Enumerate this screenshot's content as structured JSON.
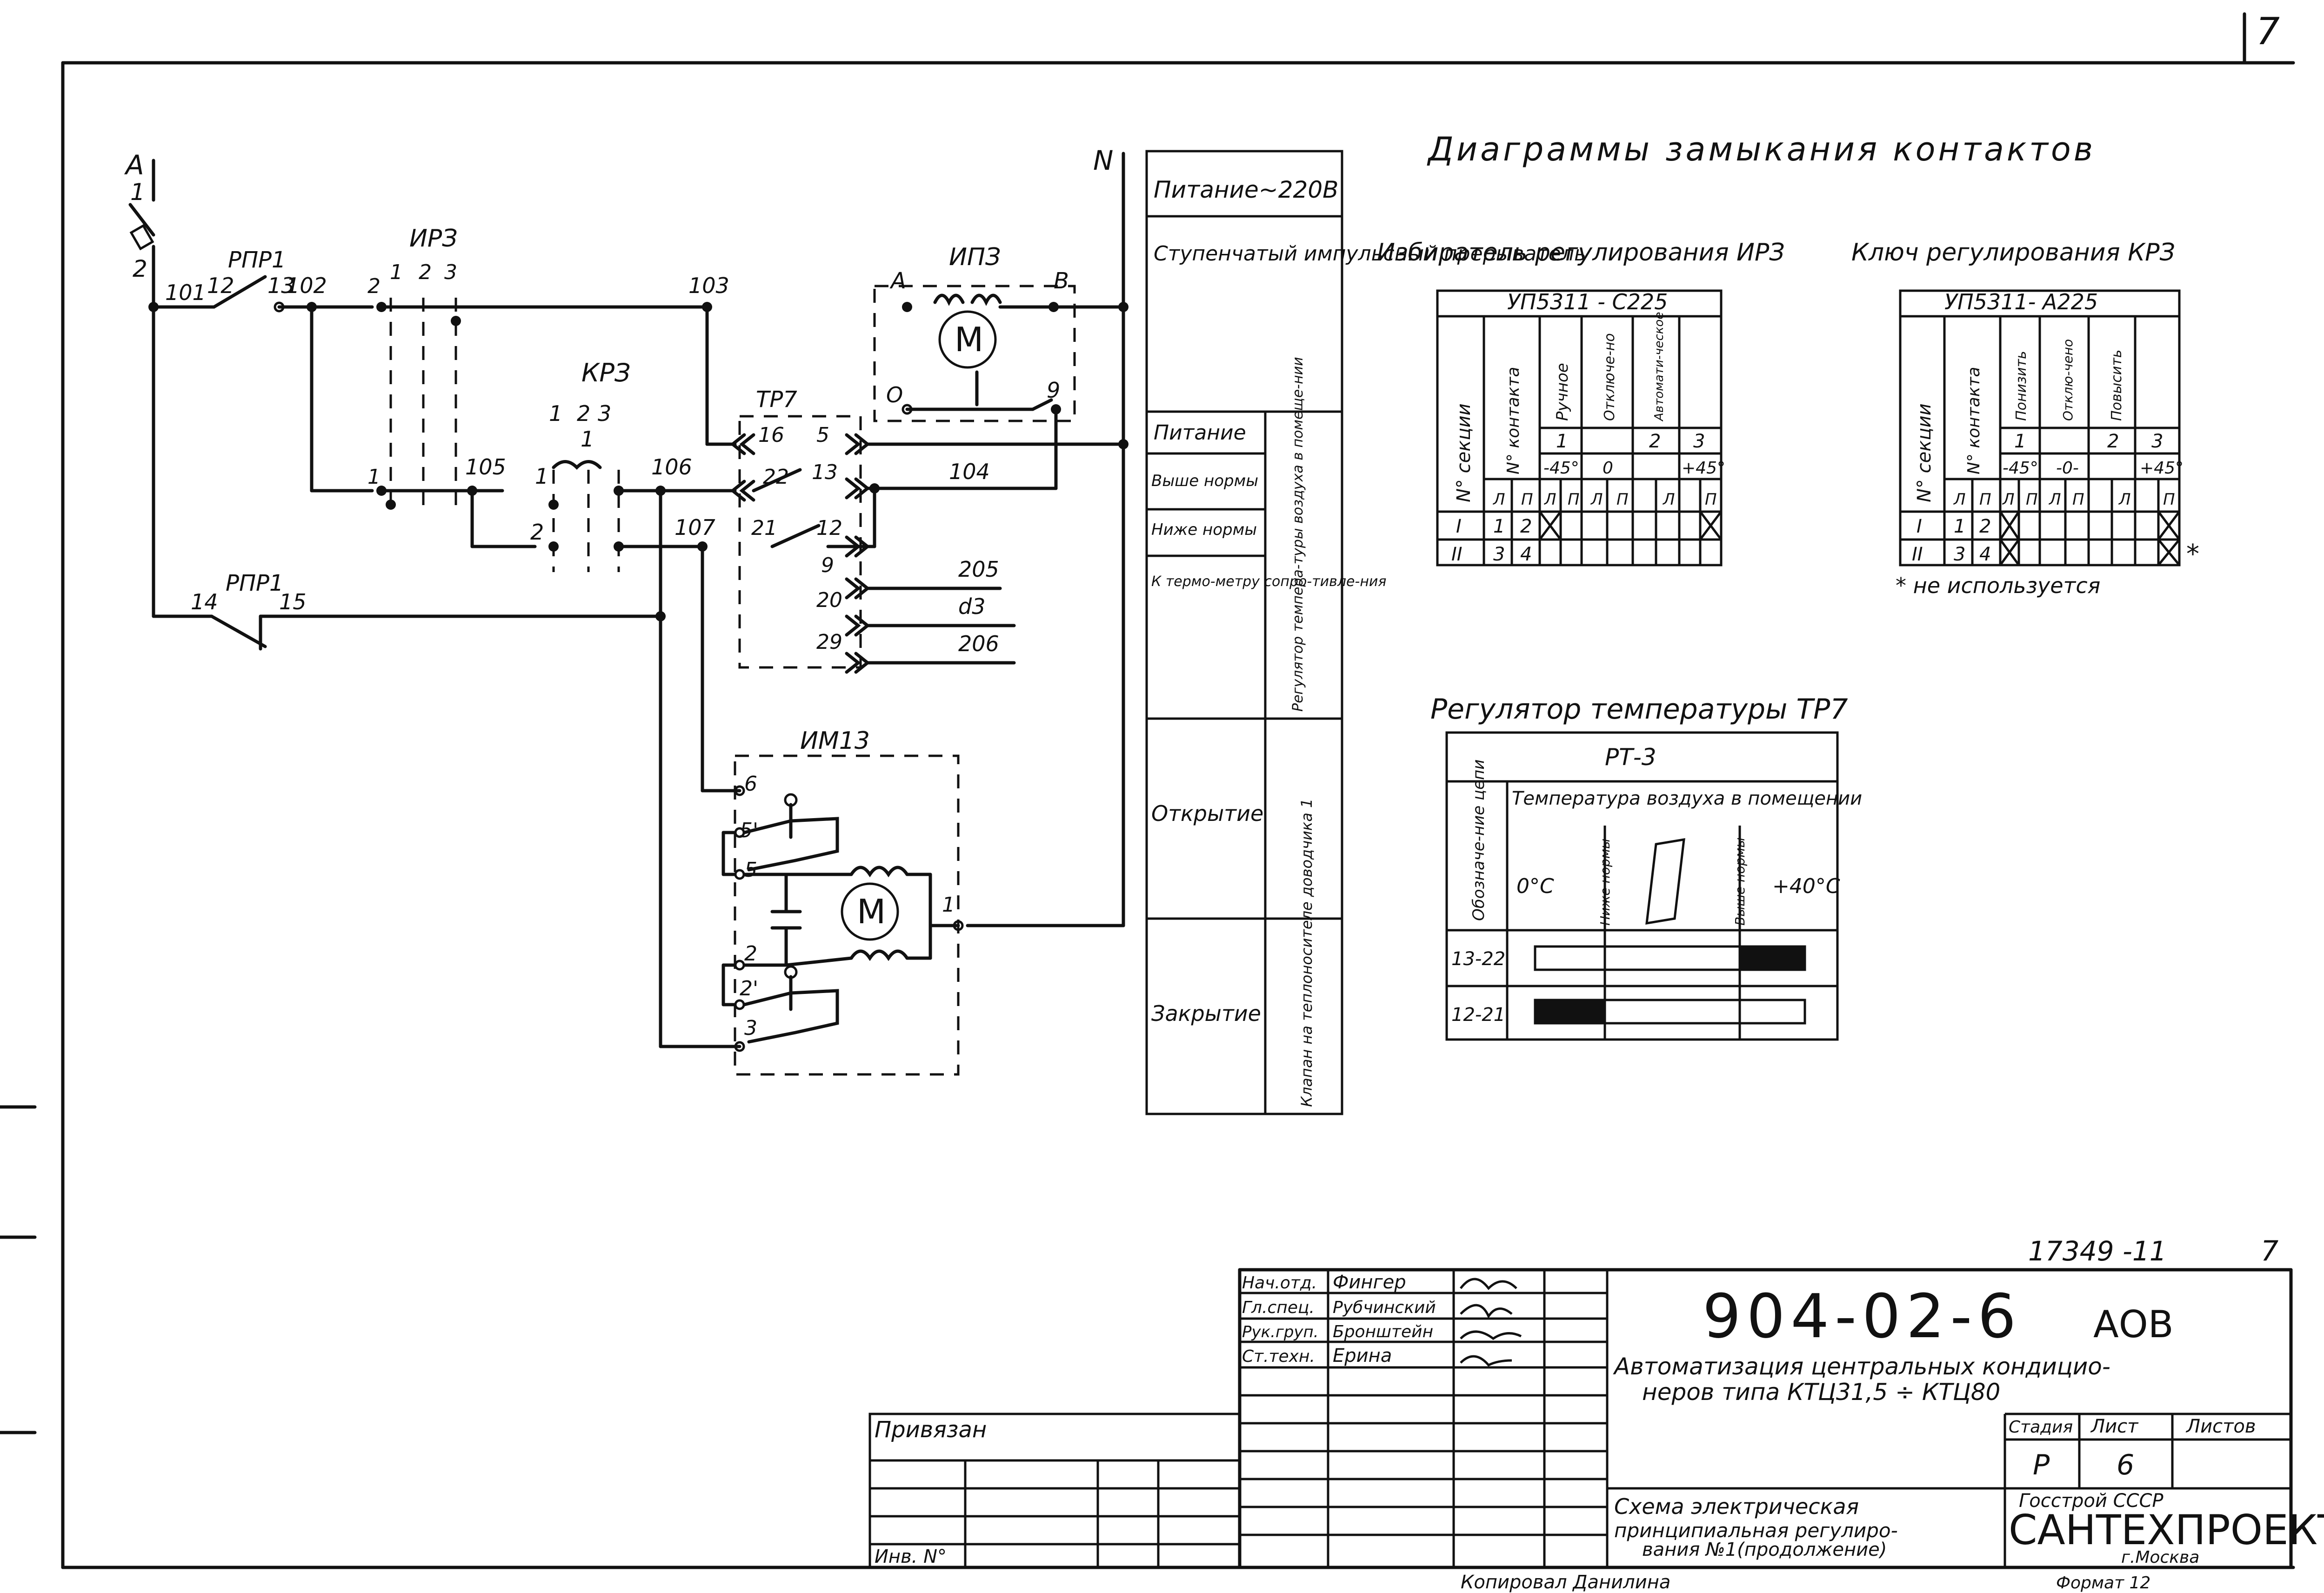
{
  "sheet_number_corner": "7",
  "schematic": {
    "phase_label": "А",
    "phase_num": "1",
    "node2": "2",
    "n_label": "N",
    "rpr1_top": "РПР1",
    "rpr1_bottom": "РПР1",
    "w101": "101",
    "w12": "12",
    "w13": "13",
    "w102": "102",
    "w103": "103",
    "w104": "104",
    "w105": "105",
    "w106": "106",
    "w107": "107",
    "w14": "14",
    "w15": "15",
    "w205": "205",
    "wd3": "d3",
    "w206": "206",
    "irz": "ИРЗ",
    "irz_pins": [
      "2",
      "1",
      "2",
      "3",
      "1"
    ],
    "krz": "КРЗ",
    "krz_pins": [
      "1",
      "2",
      "3",
      "1",
      "1",
      "2"
    ],
    "ipz": "ИПЗ",
    "ipz_a": "А",
    "ipz_b": "В",
    "ipz_o": "О",
    "ipz_9": "9",
    "tp7": "ТР7",
    "tp7_pins": [
      "16",
      "5",
      "22",
      "13",
      "21",
      "12",
      "9",
      "20",
      "29"
    ],
    "im13": "ИМ13",
    "im13_pins": [
      "6",
      "5'",
      "5",
      "2",
      "2'",
      "3",
      "1"
    ],
    "motor_symbol": "M"
  },
  "func_column": {
    "rows": [
      "Питание~220В",
      "Ступенчатый импульсный прерыватель",
      "Питание",
      "Выше нормы",
      "Ниже нормы",
      "К термо-метру сопро-тивле-ния",
      "Регулятор темпера-туры воздуха в помеще-нии",
      "Открытие",
      "Закрытие",
      "Клапан на теплоносителе доводчика 1"
    ]
  },
  "diagrams": {
    "title": "Диаграммы замыкания контактов",
    "irz_title": "Избиратель регулирования ИРЗ",
    "krz_title": "Ключ регулирования КРЗ",
    "irz_table": {
      "type_label": "УП5311 - С225",
      "col_section": "N° секции",
      "col_contact": "N° контакта",
      "modes": [
        "Ручное",
        "Отключе-но",
        "Автомати-ческое"
      ],
      "positions": [
        "1",
        "2",
        "3"
      ],
      "angles": [
        "-45°",
        "0",
        "+45°"
      ],
      "lp": [
        "Л",
        "П",
        "Л",
        "П",
        "Л",
        "П",
        "Л",
        "П"
      ],
      "rows": [
        {
          "section": "I",
          "l": "1",
          "p": "2"
        },
        {
          "section": "II",
          "l": "3",
          "p": "4"
        }
      ]
    },
    "krz_table": {
      "type_label": "УП5311- А225",
      "col_section": "N° секции",
      "col_contact": "N° контакта",
      "modes": [
        "Понизить",
        "Отклю-чено",
        "Повысить"
      ],
      "positions": [
        "1",
        "2",
        "3"
      ],
      "angles": [
        "-45°",
        "-0-",
        "+45°"
      ],
      "lp": [
        "Л",
        "П",
        "Л",
        "П",
        "Л",
        "П",
        "Л",
        "П"
      ],
      "rows": [
        {
          "section": "I",
          "l": "1",
          "p": "2"
        },
        {
          "section": "II",
          "l": "3",
          "p": "4"
        }
      ],
      "star": "*",
      "note": "* не используется"
    },
    "tp7_title": "Регулятор температуры ТР7",
    "rt_table": {
      "type_label": "РТ-3",
      "col_circuit": "Обозначе-ние цепи",
      "header": "Температура воздуха в помещении",
      "zero": "0°С",
      "below": "Ниже нормы",
      "above": "Выше нормы",
      "max": "+40°С",
      "rows": [
        "13-22",
        "12-21"
      ]
    }
  },
  "title_block": {
    "doc_ref": "17349 -11",
    "page_corner": "7",
    "project_code": "904-02-6",
    "mark": "АОВ",
    "staff": [
      {
        "role": "Нач.отд.",
        "name": "Фингер"
      },
      {
        "role": "Гл.спец.",
        "name": "Рубчинский"
      },
      {
        "role": "Рук.груп.",
        "name": "Бронштейн"
      },
      {
        "role": "Ст.техн.",
        "name": "Ерина"
      }
    ],
    "title_line1": "Автоматизация центральных кондицио-",
    "title_line2": "неров типа КТЦ31,5 ÷ КТЦ80",
    "stage_label": "Стадия",
    "sheet_label": "Лист",
    "sheets_label": "Листов",
    "stage_value": "Р",
    "sheet_value": "6",
    "sheet_title_line1": "Схема электрическая",
    "sheet_title_line2": "принципиальная регулиро-",
    "sheet_title_line3": "вания №1(продолжение)",
    "org_top": "Госстрой СССР",
    "org_name": "САНТЕХПРОЕКТ",
    "org_city": "г.Москва",
    "bound_label": "Привязан",
    "inv_label": "Инв. N°",
    "copied": "Копировал Данилина",
    "format": "Формат 12"
  }
}
